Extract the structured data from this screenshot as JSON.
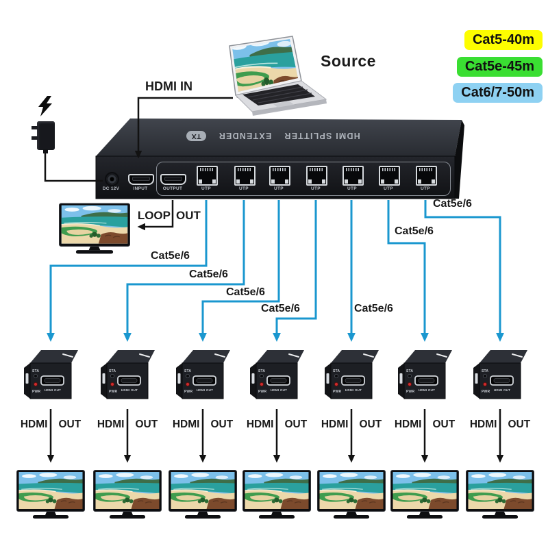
{
  "badges": [
    {
      "label": "Cat5-40m"
    },
    {
      "label": "Cat5e-45m"
    },
    {
      "label": "Cat6/7-50m"
    }
  ],
  "source_label": "Source",
  "hdmi_in_label": "HDMI IN",
  "loop_out": {
    "left": "LOOP",
    "right": "OUT"
  },
  "splitter": {
    "name_left": "HDMI SPLITTER",
    "name_right": "EXTENDER",
    "badge": "TX",
    "dc_label": "DC 12V",
    "input_label": "INPUT",
    "output_label": "OUTPUT",
    "utp_label": "UTP"
  },
  "cable_label": "Cat5e/6",
  "receiver": {
    "sta": "STA",
    "pwr": "PWR",
    "port": "HDMI OUT"
  },
  "hdmi_out": {
    "left": "HDMI",
    "right": "OUT"
  },
  "colors": {
    "cable_blue": "#1a97cf",
    "badge_yellow": "#fdfd00",
    "badge_green": "#3ade32",
    "badge_skyblue": "#8ed1f2",
    "line_black": "#121212"
  }
}
